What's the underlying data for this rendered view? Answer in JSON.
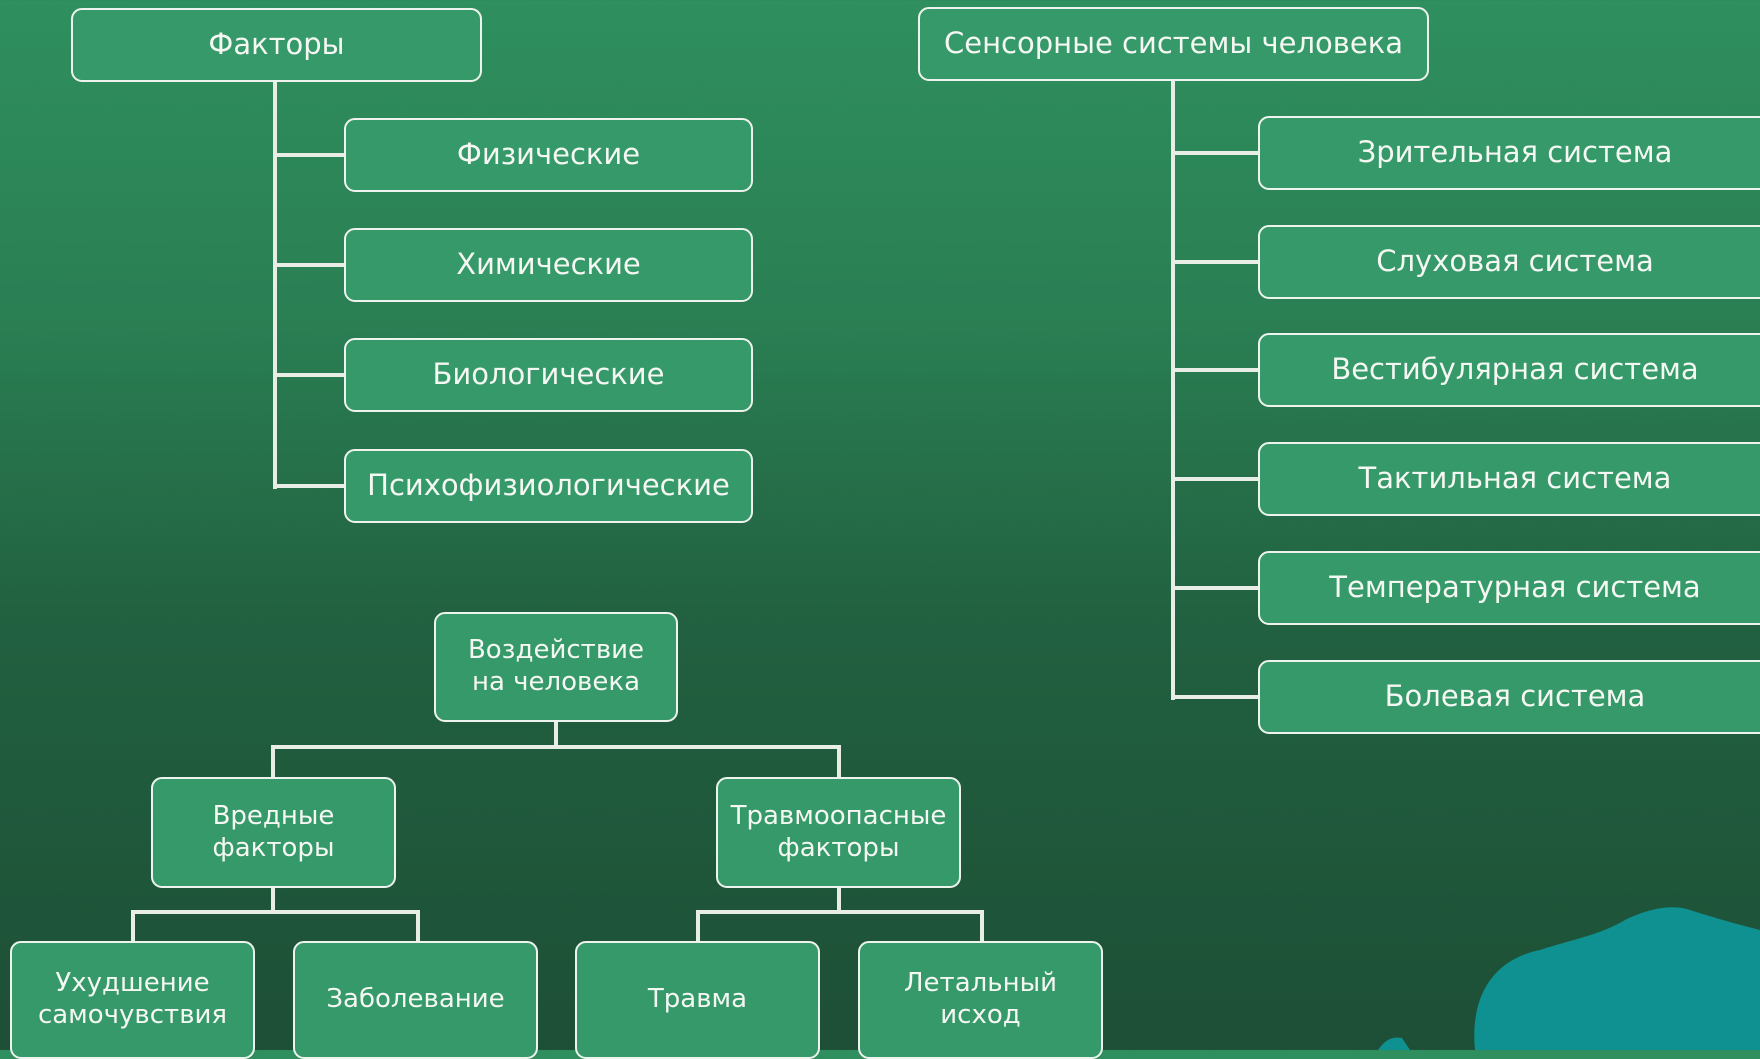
{
  "colors": {
    "background_top": "#2f8f5e",
    "background_bottom": "#1d4f36",
    "node_fill": "#35996a",
    "node_border": "#eef3ee",
    "connector": "#e8ede6",
    "accent_shape": "#0e9190"
  },
  "factors": {
    "root": "Факторы",
    "items": [
      "Физические",
      "Химические",
      "Биологические",
      "Психофизиологические"
    ]
  },
  "sensory": {
    "root": "Сенсорные системы человека",
    "items": [
      "Зрительная система",
      "Слуховая система",
      "Вестибулярная система",
      "Тактильная система",
      "Температурная система",
      "Болевая система"
    ]
  },
  "impact": {
    "root": "Воздействие\n на человека",
    "harmful": "Вредные\nфакторы",
    "traumatic": "Травмоопасные\nфакторы",
    "harmful_children": [
      "Ухудшение\nсамочувствия",
      "Заболевание"
    ],
    "traumatic_children": [
      "Травма",
      "Летальный\nисход"
    ]
  }
}
